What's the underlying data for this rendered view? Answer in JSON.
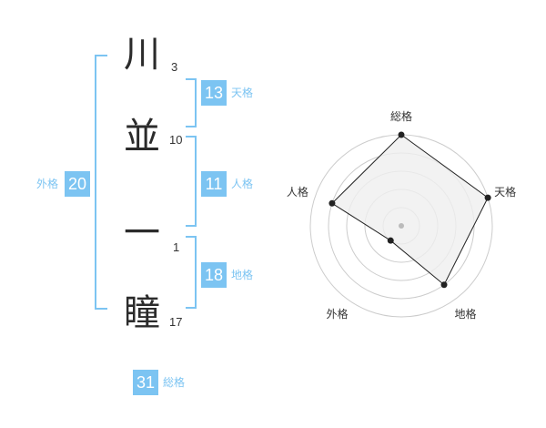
{
  "name": {
    "chars": [
      {
        "char": "川",
        "strokes": "3"
      },
      {
        "char": "並",
        "strokes": "10"
      },
      {
        "char": "一",
        "strokes": "1"
      },
      {
        "char": "瞳",
        "strokes": "17"
      }
    ]
  },
  "fortunes": {
    "tenkaku": {
      "value": "13",
      "label": "天格"
    },
    "jinkaku": {
      "value": "11",
      "label": "人格"
    },
    "chikaku": {
      "value": "18",
      "label": "地格"
    },
    "gaikaku": {
      "value": "20",
      "label": "外格"
    },
    "soukaku": {
      "value": "31",
      "label": "総格"
    }
  },
  "radar": {
    "axes": [
      "総格",
      "天格",
      "地格",
      "外格",
      "人格"
    ],
    "values": [
      5,
      5,
      4,
      1,
      4
    ],
    "max": 5,
    "rings": 5,
    "colors": {
      "ring": "#cccccc",
      "fill": "#efefef",
      "line": "#222222",
      "point": "#222222",
      "center": "#bbbbbb"
    }
  }
}
